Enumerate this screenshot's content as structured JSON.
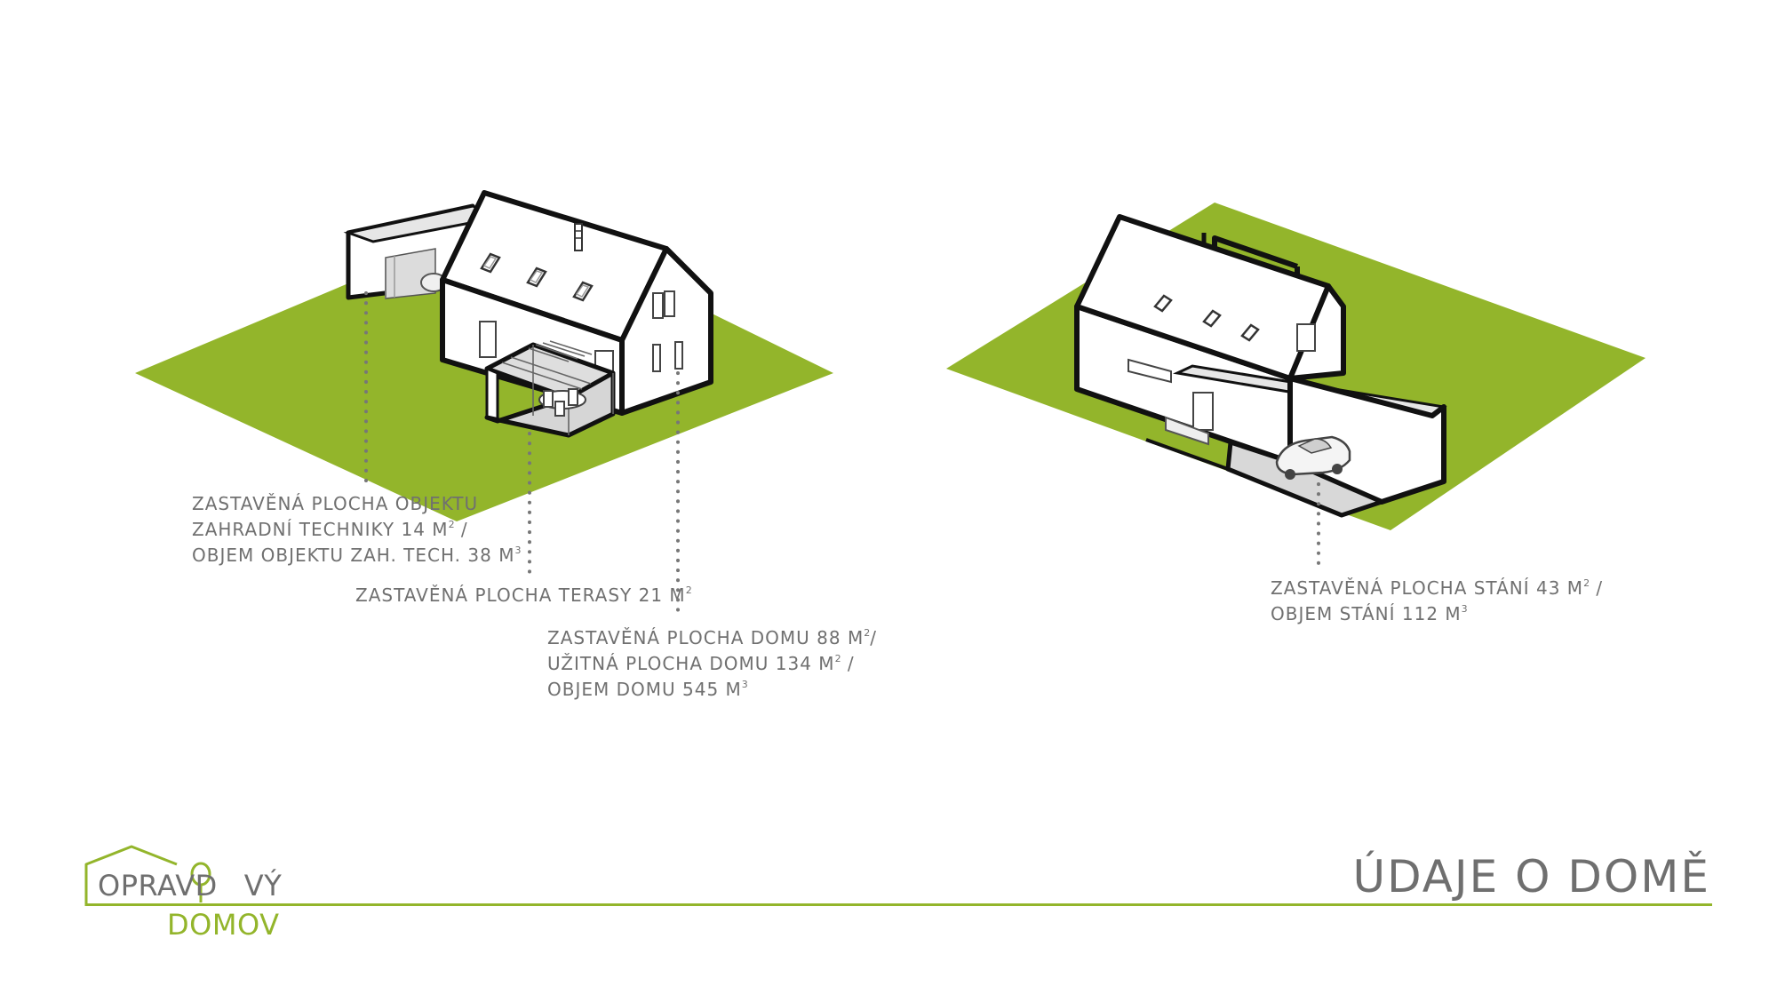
{
  "colors": {
    "lawn": "#93b52b",
    "outline": "#111111",
    "wall": "#ffffff",
    "floor": "#e2e2e2",
    "text": "#707070",
    "accent": "#93b52b"
  },
  "icons": [
    "house-logo-icon",
    "pin-logo-icon",
    "car-icon",
    "pergola-icon",
    "chimney-icon"
  ],
  "labels": {
    "garden_shed": {
      "line1": "ZASTAVĚNÁ PLOCHA OBJEKTU",
      "line2": "ZAHRADNÍ TECHNIKY 14 M",
      "line2_sup": "2",
      "line2_tail": " /",
      "line3": "OBJEM OBJEKTU ZAH. TECH. 38 M",
      "line3_sup": "3"
    },
    "terrace": {
      "line1": "ZASTAVĚNÁ PLOCHA TERASY 21 M",
      "line1_sup": "2"
    },
    "house": {
      "line1": "ZASTAVĚNÁ PLOCHA DOMU 88 M",
      "line1_sup": "2",
      "line1_tail": "/",
      "line2": "UŽITNÁ PLOCHA DOMU 134 M",
      "line2_sup": "2",
      "line2_tail": " /",
      "line3": "OBJEM DOMU 545 M",
      "line3_sup": "3"
    },
    "carport": {
      "line1": "ZASTAVĚNÁ PLOCHA STÁNÍ 43 M",
      "line1_sup": "2",
      "line1_tail": " /",
      "line2": "OBJEM STÁNÍ 112 M",
      "line2_sup": "3"
    }
  },
  "logo": {
    "top": "OPRAVD",
    "top_end": "VÝ",
    "bottom": "DOMOV"
  },
  "page_title": "ÚDAJE O DOMĚ"
}
